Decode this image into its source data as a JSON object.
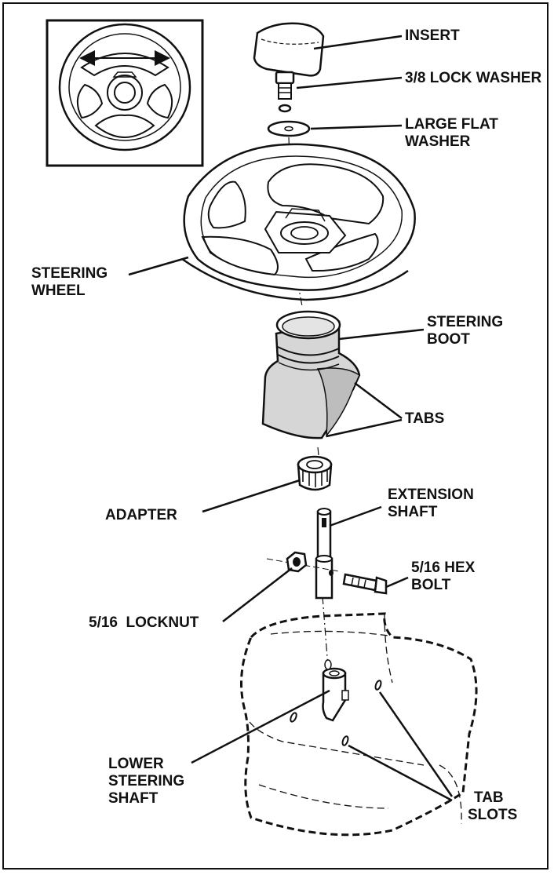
{
  "labels": {
    "insert": "INSERT",
    "lock_washer": "3/8 LOCK WASHER",
    "large_flat_washer_1": "LARGE FLAT",
    "large_flat_washer_2": "WASHER",
    "steering_wheel_1": "STEERING",
    "steering_wheel_2": "WHEEL",
    "steering_boot_1": "STEERING",
    "steering_boot_2": "BOOT",
    "tabs": "TABS",
    "adapter": "ADAPTER",
    "extension_shaft_1": "EXTENSION",
    "extension_shaft_2": "SHAFT",
    "hex_bolt_1": "5/16 HEX",
    "hex_bolt_2": "BOLT",
    "locknut": "5/16  LOCKNUT",
    "lower_shaft_1": "LOWER",
    "lower_shaft_2": "STEERING",
    "lower_shaft_3": "SHAFT",
    "tab_slots_1": "TAB",
    "tab_slots_2": "SLOTS"
  },
  "colors": {
    "line": "#111111",
    "boot_fill": "#d6d6d6",
    "boot_shade": "#bdbdbd",
    "background": "#ffffff"
  }
}
